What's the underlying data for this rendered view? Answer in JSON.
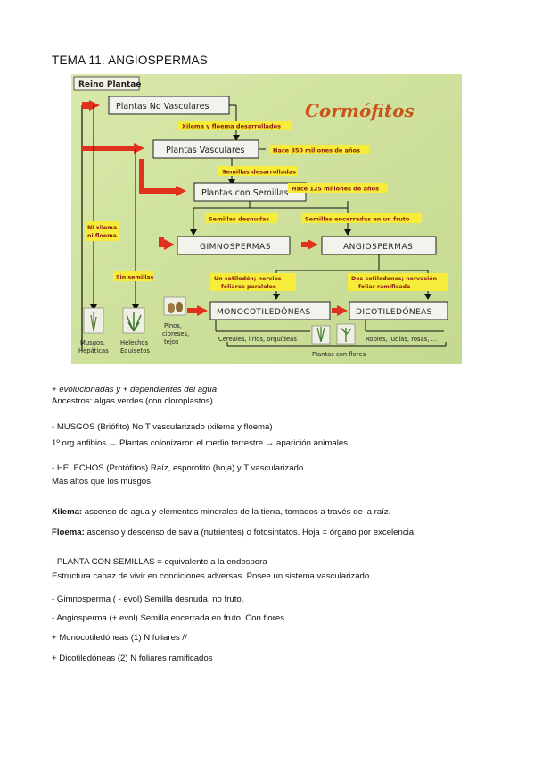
{
  "doc": {
    "title": "TEMA 11. ANGIOSPERMAS",
    "lines": {
      "evolution": "+ evolucionadas     y     + dependientes del agua",
      "ancestors": "Ancestros: algas verdes (con cloroplastos)",
      "musgos1": "- MUSGOS (Briófito) No T vascularizado (xilema y floema)",
      "musgos2": "1º org anfibios ← Plantas colonizaron el medio terrestre → aparición animales",
      "helechos1": "- HELECHOS (Protófitos)  Raíz, esporofito (hoja) y T vascularizado",
      "helechos2": "Más altos que los musgos",
      "xilema_label": "Xilema:",
      "xilema_text": " ascenso de agua y elementos minerales de la tierra, tomados a través de la raíz.",
      "floema_label": "Floema:",
      "floema_text": " ascenso y descenso de savia (nutrientes) o fotosintatos. Hoja = órgano por excelencia.",
      "semillas1": "- PLANTA CON SEMILLAS = equivalente a la endospora",
      "semillas2": "Estructura capaz de vivir en condiciones adversas. Posee un sistema vascularizado",
      "gimno": "- Gimnosperma ( - evol) Semilla desnuda, no fruto.",
      "angio": "- Angiosperma   (+ evol) Semilla encerrada en fruto.  Con flores",
      "mono": "+ Monocotiledóneas (1) N foliares //",
      "dico": "+ Dicotiledóneas (2) N foliares ramificados"
    }
  },
  "diagram": {
    "kingdom": "Reino Plantae",
    "heading": "Cormófitos",
    "boxes": {
      "no_vasc": "Plantas No Vasculares",
      "vasc": "Plantas Vasculares",
      "semillas": "Plantas con Semillas",
      "gimno": "GIMNOSPERMAS",
      "angio": "ANGIOSPERMAS",
      "mono": "MONOCOTILEDÓNEAS",
      "dico": "DICOTILEDÓNEAS"
    },
    "labels": {
      "xilema_floema": "Xilema y floema desarrollados",
      "hace350": "Hace 350 millones de años",
      "semillas_desarr": "Semillas desarrolladas",
      "hace125": "Hace 125 millones de años",
      "semillas_desnudas": "Semillas desnudas",
      "semillas_fruto": "Semillas encerradas en un fruto",
      "ni_xilema_1": "Ni xilema",
      "ni_xilema_2": "ni floema",
      "sin_semillas": "Sin semillas",
      "un_cot_1": "Un cotiledón; nervios",
      "un_cot_2": "foliares paralelos",
      "dos_cot_1": "Dos cotiledones; nervación",
      "dos_cot_2": "foliar ramificada"
    },
    "bottom": {
      "musgos_1": "Musgos,",
      "musgos_2": "Hepáticas",
      "helechos_1": "Helechos",
      "helechos_2": "Equisetos",
      "pinos_1": "Pinos,",
      "pinos_2": "cipreses,",
      "pinos_3": "tejos",
      "cereales": "Cereales, lirios, orquídeas",
      "robles": "Robles, judías, rosas, ...",
      "flores": "Plantas con flores"
    },
    "colors": {
      "bg": "#cfe1a0",
      "box": "#f3f3ee",
      "arrow": "#e0301e",
      "label": "#f6ec39",
      "heading": "#c9541a"
    }
  }
}
